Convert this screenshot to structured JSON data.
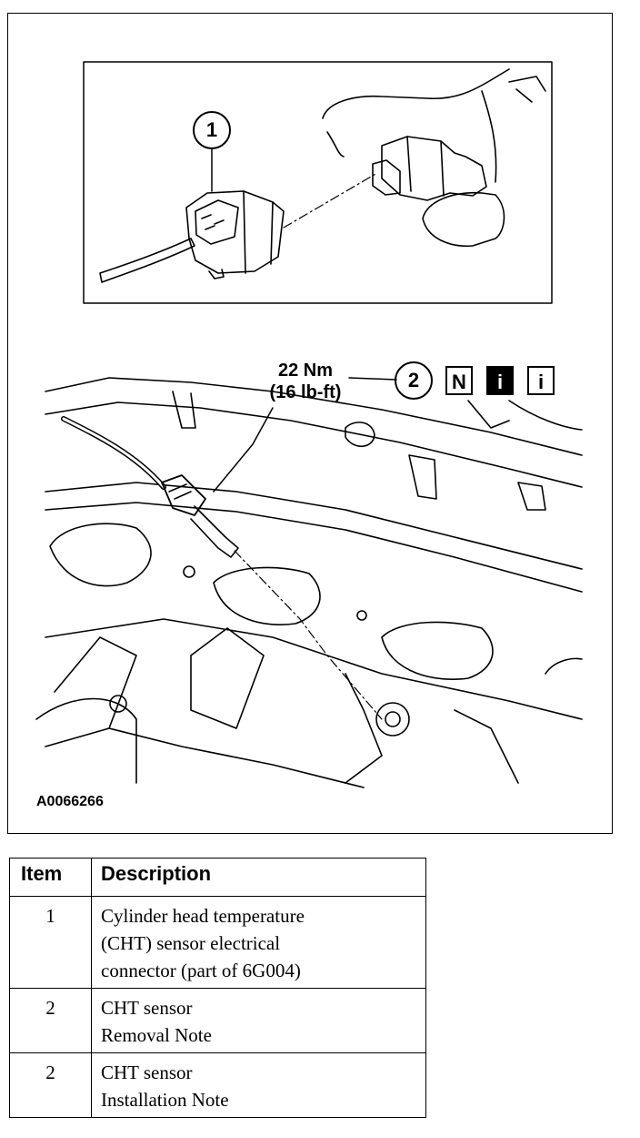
{
  "figure": {
    "id": "A0066266",
    "torque": {
      "metric": "22 Nm",
      "imperial": "(16 lb-ft)"
    },
    "callouts": [
      "1",
      "2"
    ],
    "note_icons": [
      {
        "symbol": "N",
        "style": "outlined"
      },
      {
        "symbol": "i",
        "style": "filled"
      },
      {
        "symbol": "i",
        "style": "outlined"
      }
    ]
  },
  "legend": {
    "headers": {
      "item": "Item",
      "description": "Description"
    },
    "rows": [
      {
        "item": "1",
        "lines": [
          "Cylinder head temperature",
          "(CHT) sensor electrical",
          "connector (part of 6G004)"
        ]
      },
      {
        "item": "2",
        "lines": [
          "CHT sensor",
          "Removal Note"
        ]
      },
      {
        "item": "2",
        "lines": [
          "CHT sensor",
          "Installation Note"
        ]
      }
    ]
  }
}
